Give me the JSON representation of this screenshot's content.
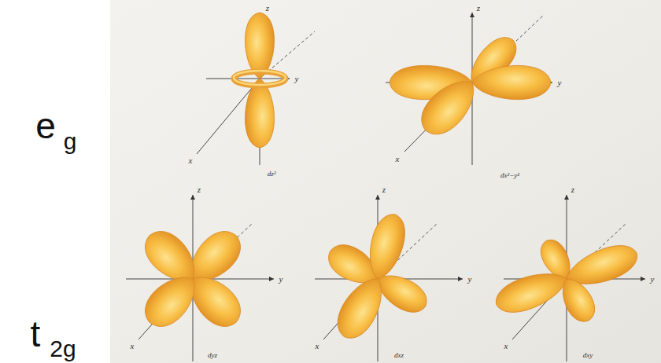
{
  "diagram": {
    "labels": [
      "e",
      "g",
      "z",
      "y",
      "x",
      "dz²",
      "z",
      "y",
      "x",
      "dx²−y²",
      "t",
      "2g",
      "z",
      "y",
      "x",
      "dyz",
      "z",
      "y",
      "x",
      "dxz",
      "z",
      "y",
      "x",
      "dxy"
    ]
  }
}
